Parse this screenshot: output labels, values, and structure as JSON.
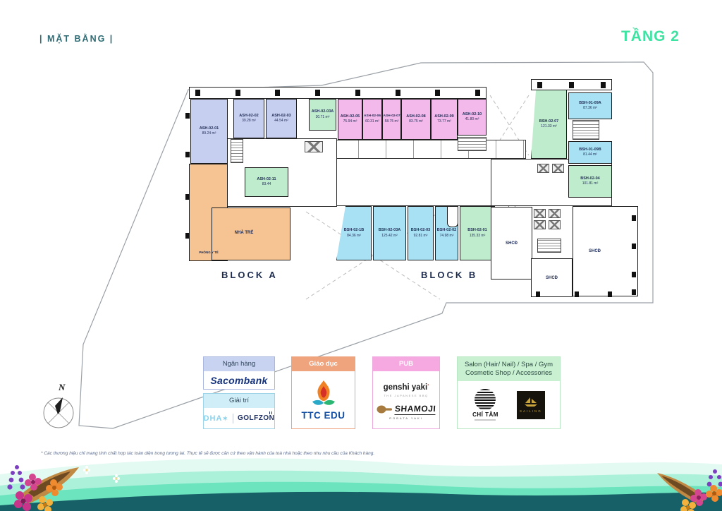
{
  "header": {
    "section_label": "| MẶT BẰNG |",
    "floor_title": "TẦNG 2"
  },
  "compass": {
    "north_label": "N"
  },
  "plan": {
    "block_a_label": "BLOCK A",
    "block_b_label": "BLOCK B",
    "shcd_label": "SHCĐ",
    "rooms": {
      "nursery": "NHÀ TRẺ",
      "medical": "PHÒNG Y TẾ"
    },
    "units": [
      {
        "code": "ASH-02-01",
        "area": "89.24 m²"
      },
      {
        "code": "ASH-02-02",
        "area": "39.28 m²"
      },
      {
        "code": "ASH-02-03",
        "area": "44.54 m²"
      },
      {
        "code": "ASH-02-03A",
        "area": "30.71 m²"
      },
      {
        "code": "ASH-02-05",
        "area": "75.94 m²"
      },
      {
        "code": "ASH-02-06",
        "area": "60.31 m²"
      },
      {
        "code": "ASH-02-07",
        "area": "58.75 m²"
      },
      {
        "code": "ASH-02-08",
        "area": "83.75 m²"
      },
      {
        "code": "ASH-02-09",
        "area": "73.77 m²"
      },
      {
        "code": "ASH-02-10",
        "area": "41.80 m²"
      },
      {
        "code": "ASH-02-11",
        "area": "83.44"
      },
      {
        "code": "BSH-02-1B",
        "area": "84.36 m²"
      },
      {
        "code": "BSH-02-03A",
        "area": "125.42 m²"
      },
      {
        "code": "BSH-02-03",
        "area": "92.81 m²"
      },
      {
        "code": "BSH-02-02",
        "area": "74.98 m²"
      },
      {
        "code": "BSH-02-01",
        "area": "135.33 m²"
      },
      {
        "code": "BSH-02-07",
        "area": "121.33 m²"
      },
      {
        "code": "BSH-01-09A",
        "area": "87.36 m²"
      },
      {
        "code": "BSH-01-09B",
        "area": "81.44 m²"
      },
      {
        "code": "BSH-02-04",
        "area": "101.81 m²"
      }
    ]
  },
  "legend": [
    {
      "category": "Ngân hàng",
      "brand": "Sacombank"
    },
    {
      "category": "Giải trí",
      "brand_left": "DHA",
      "brand_right": "GOLFZON"
    },
    {
      "category": "Giáo dục",
      "brand": "TTC EDU"
    },
    {
      "category": "PUB",
      "brand_top": "genshi yaki",
      "brand_top_tagline": "THE JAPANESE BBQ",
      "brand_bottom": "SHAMOJI",
      "brand_bottom_tagline": "ROBATA YAKI"
    },
    {
      "category_line1": "Salon (Hair/ Nail) / Spa / Gym",
      "category_line2": "Cosmetic Shop / Accessories",
      "brand_left": "CHÍ TÂM",
      "brand_right": "SAILING"
    }
  ],
  "footnote": "* Các thương hiệu chỉ mang tính chất hợp tác toàn diện trong tương lai. Thực tế sẽ được căn cứ theo vận hành của toà nhà hoặc theo nhu nhu cầu của Khách hàng.",
  "colors": {
    "accent_teal": "#2e6b74",
    "floor_title_green": "#3fe3a1",
    "unit_blue": "#c7cff1",
    "unit_pink": "#f3b9ea",
    "unit_green": "#bfeccd",
    "unit_cyan": "#a8e0f4",
    "unit_orange": "#f6c493",
    "wave_dark_teal": "#186067"
  }
}
